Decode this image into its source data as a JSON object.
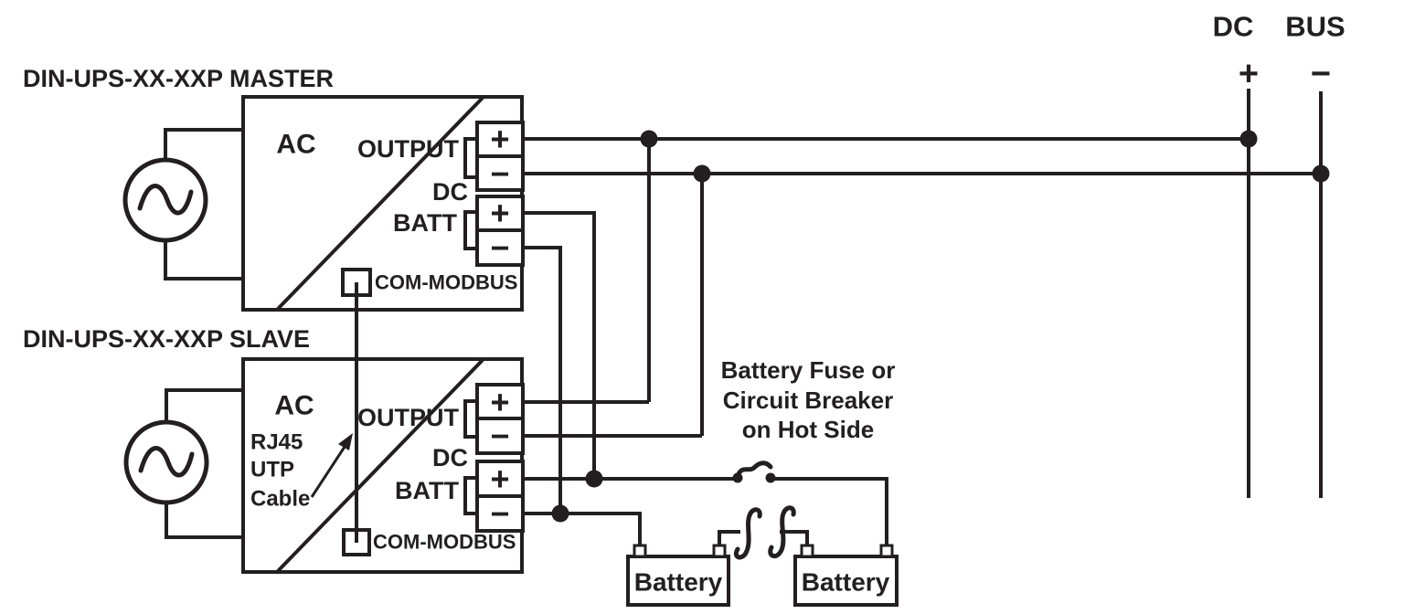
{
  "diagram": {
    "colors": {
      "ink": "#231f20",
      "background": "#ffffff"
    },
    "bus": {
      "label_dc": "DC",
      "label_bus": "BUS",
      "plus": "+",
      "minus": "−"
    },
    "master": {
      "title": "DIN-UPS-XX-XXP MASTER",
      "ac_label": "AC",
      "output_label": "OUTPUT",
      "dc_label": "DC",
      "batt_label": "BATT",
      "com_label": "COM-MODBUS",
      "terminals": [
        "+",
        "−",
        "+",
        "−"
      ]
    },
    "slave": {
      "title": "DIN-UPS-XX-XXP SLAVE",
      "ac_label": "AC",
      "output_label": "OUTPUT",
      "dc_label": "DC",
      "batt_label": "BATT",
      "com_label": "COM-MODBUS",
      "terminals": [
        "+",
        "−",
        "+",
        "−"
      ],
      "cable_note": [
        "RJ45",
        "UTP",
        "Cable"
      ]
    },
    "fuse_note": [
      "Battery Fuse or",
      "Circuit Breaker",
      "on Hot Side"
    ],
    "batteries": [
      "Battery",
      "Battery"
    ]
  }
}
